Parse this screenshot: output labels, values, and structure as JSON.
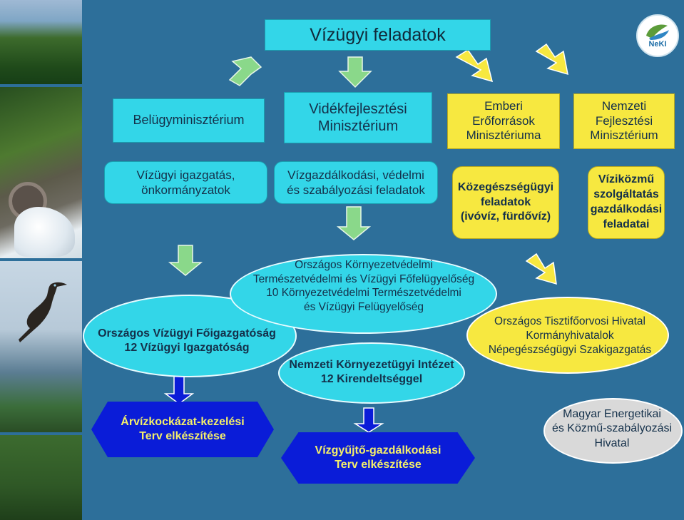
{
  "title": "Vízügyi feladatok",
  "logo_text": "NeKI",
  "ministries": {
    "belugy": "Belügyminisztérium",
    "videkfejlesztesi": [
      "Vidékfejlesztési",
      "Minisztérium"
    ],
    "emberi": [
      "Emberi",
      "Erőforrások",
      "Minisztériuma"
    ],
    "nemzeti_fejlesztesi": [
      "Nemzeti",
      "Fejlesztési",
      "Minisztérium"
    ]
  },
  "tasks": {
    "vizugyi_igazgatas": [
      "Vízügyi igazgatás,",
      "önkormányzatok"
    ],
    "vizgazdalkodasi": [
      "Vízgazdálkodási, védelmi",
      "és szabályozási feladatok"
    ],
    "kozegeszsegugyi": [
      "Közegészségügyi",
      "feladatok",
      "(ivóvíz, fürdővíz)"
    ],
    "vizikozmu": [
      "Víziközmű",
      "szolgáltatás",
      "gazdálkodási",
      "feladatai"
    ]
  },
  "agencies": {
    "okf": [
      "Országos Környezetvédelmi",
      "Természetvédelmi és Vízügyi Főfelügyelőség",
      "10 Környezetvédelmi Természetvédelmi",
      "és Vízügyi Felügyelőség"
    ],
    "ovf": [
      "Országos Vízügyi Főigazgatóság",
      "12 Vízügyi Igazgatóság"
    ],
    "nki": [
      "Nemzeti Környezetügyi Intézet",
      "12 Kirendeltséggel"
    ],
    "oth": [
      "Országos Tisztifőorvosi Hivatal",
      "Kormányhivatalok",
      "Népegészségügyi Szakigazgatás"
    ],
    "mekh": [
      "Magyar Energetikai",
      "és Közmű-szabályozási",
      "Hivatal"
    ]
  },
  "plans": {
    "arviz": [
      "Árvízkockázat-kezelési",
      "Terv elkészítése"
    ],
    "vizgyujto": [
      "Vízgyűjtő-gazdálkodási",
      "Terv elkészítése"
    ]
  },
  "colors": {
    "background": "#2d6f9a",
    "cyan": "#33d6e8",
    "yellow": "#f7e840",
    "blue": "#0a1cd8",
    "gray": "#d9d9d9"
  }
}
